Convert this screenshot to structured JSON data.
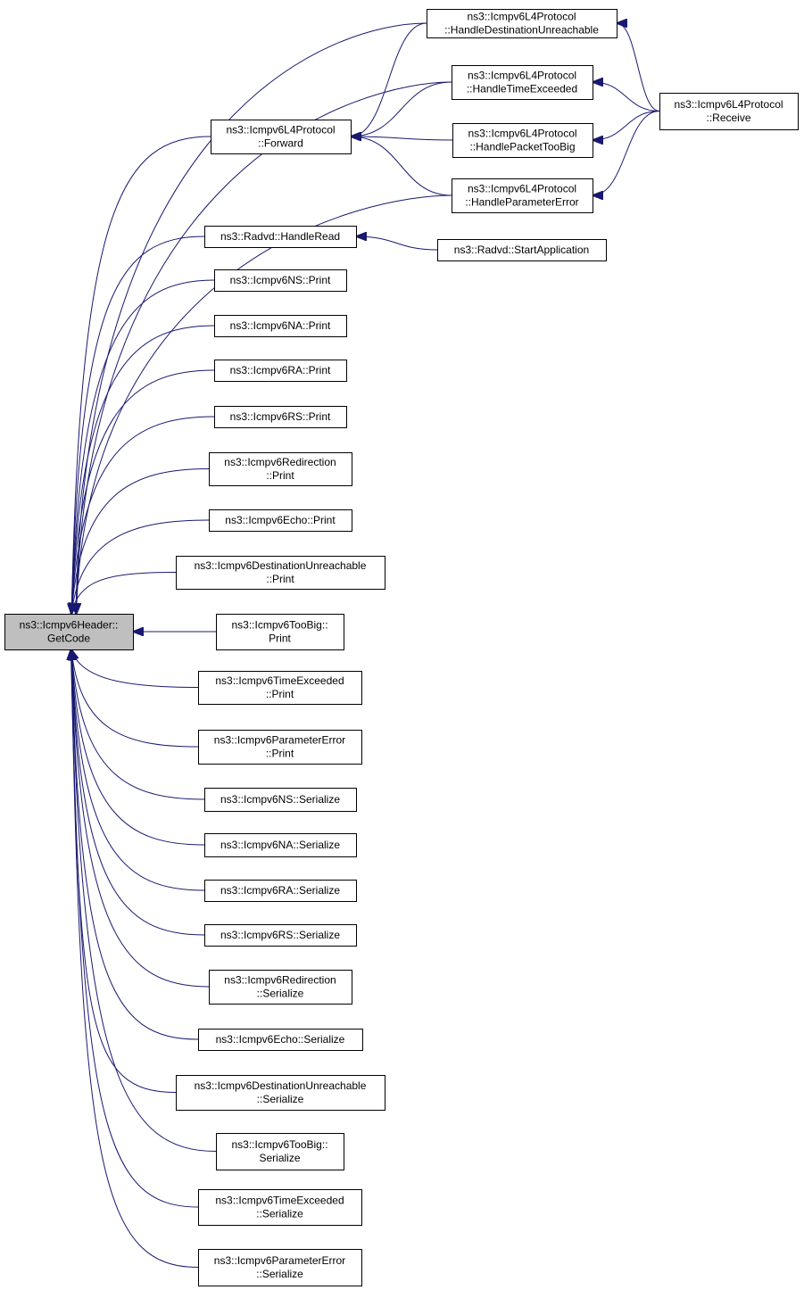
{
  "colors": {
    "edge": "#191970",
    "root_fill": "#bfbfbf",
    "node_fill": "#ffffff",
    "node_border": "#000000"
  },
  "nodes": [
    {
      "id": "root",
      "lines": [
        "ns3::Icmpv6Header::",
        "GetCode"
      ],
      "root": true
    },
    {
      "id": "hdu",
      "lines": [
        "ns3::Icmpv6L4Protocol",
        "::HandleDestinationUnreachable"
      ]
    },
    {
      "id": "hte",
      "lines": [
        "ns3::Icmpv6L4Protocol",
        "::HandleTimeExceeded"
      ]
    },
    {
      "id": "recv",
      "lines": [
        "ns3::Icmpv6L4Protocol",
        "::Receive"
      ]
    },
    {
      "id": "fwd",
      "lines": [
        "ns3::Icmpv6L4Protocol",
        "::Forward"
      ]
    },
    {
      "id": "hptb",
      "lines": [
        "ns3::Icmpv6L4Protocol",
        "::HandlePacketTooBig"
      ]
    },
    {
      "id": "hpe",
      "lines": [
        "ns3::Icmpv6L4Protocol",
        "::HandleParameterError"
      ]
    },
    {
      "id": "rhr",
      "lines": [
        "ns3::Radvd::HandleRead"
      ]
    },
    {
      "id": "rsa",
      "lines": [
        "ns3::Radvd::StartApplication"
      ]
    },
    {
      "id": "nsp",
      "lines": [
        "ns3::Icmpv6NS::Print"
      ]
    },
    {
      "id": "nap",
      "lines": [
        "ns3::Icmpv6NA::Print"
      ]
    },
    {
      "id": "rap",
      "lines": [
        "ns3::Icmpv6RA::Print"
      ]
    },
    {
      "id": "rsp",
      "lines": [
        "ns3::Icmpv6RS::Print"
      ]
    },
    {
      "id": "redp",
      "lines": [
        "ns3::Icmpv6Redirection",
        "::Print"
      ]
    },
    {
      "id": "echop",
      "lines": [
        "ns3::Icmpv6Echo::Print"
      ]
    },
    {
      "id": "dup",
      "lines": [
        "ns3::Icmpv6DestinationUnreachable",
        "::Print"
      ]
    },
    {
      "id": "tbp",
      "lines": [
        "ns3::Icmpv6TooBig::",
        "Print"
      ]
    },
    {
      "id": "tep",
      "lines": [
        "ns3::Icmpv6TimeExceeded",
        "::Print"
      ]
    },
    {
      "id": "pep",
      "lines": [
        "ns3::Icmpv6ParameterError",
        "::Print"
      ]
    },
    {
      "id": "nss",
      "lines": [
        "ns3::Icmpv6NS::Serialize"
      ]
    },
    {
      "id": "nas",
      "lines": [
        "ns3::Icmpv6NA::Serialize"
      ]
    },
    {
      "id": "ras",
      "lines": [
        "ns3::Icmpv6RA::Serialize"
      ]
    },
    {
      "id": "rss",
      "lines": [
        "ns3::Icmpv6RS::Serialize"
      ]
    },
    {
      "id": "reds",
      "lines": [
        "ns3::Icmpv6Redirection",
        "::Serialize"
      ]
    },
    {
      "id": "echos",
      "lines": [
        "ns3::Icmpv6Echo::Serialize"
      ]
    },
    {
      "id": "dus",
      "lines": [
        "ns3::Icmpv6DestinationUnreachable",
        "::Serialize"
      ]
    },
    {
      "id": "tbs",
      "lines": [
        "ns3::Icmpv6TooBig::",
        "Serialize"
      ]
    },
    {
      "id": "tes",
      "lines": [
        "ns3::Icmpv6TimeExceeded",
        "::Serialize"
      ]
    },
    {
      "id": "pes",
      "lines": [
        "ns3::Icmpv6ParameterError",
        "::Serialize"
      ]
    }
  ],
  "edges": [
    {
      "from": "hdu",
      "to": "root"
    },
    {
      "from": "hte",
      "to": "root"
    },
    {
      "from": "fwd",
      "to": "root"
    },
    {
      "from": "hpe",
      "to": "root"
    },
    {
      "from": "rhr",
      "to": "root"
    },
    {
      "from": "nsp",
      "to": "root"
    },
    {
      "from": "nap",
      "to": "root"
    },
    {
      "from": "rap",
      "to": "root"
    },
    {
      "from": "rsp",
      "to": "root"
    },
    {
      "from": "redp",
      "to": "root"
    },
    {
      "from": "echop",
      "to": "root"
    },
    {
      "from": "dup",
      "to": "root"
    },
    {
      "from": "tbp",
      "to": "root"
    },
    {
      "from": "tep",
      "to": "root"
    },
    {
      "from": "pep",
      "to": "root"
    },
    {
      "from": "nss",
      "to": "root"
    },
    {
      "from": "nas",
      "to": "root"
    },
    {
      "from": "ras",
      "to": "root"
    },
    {
      "from": "rss",
      "to": "root"
    },
    {
      "from": "reds",
      "to": "root"
    },
    {
      "from": "echos",
      "to": "root"
    },
    {
      "from": "dus",
      "to": "root"
    },
    {
      "from": "tbs",
      "to": "root"
    },
    {
      "from": "tes",
      "to": "root"
    },
    {
      "from": "pes",
      "to": "root"
    },
    {
      "from": "hdu",
      "to": "fwd"
    },
    {
      "from": "hte",
      "to": "fwd"
    },
    {
      "from": "hptb",
      "to": "fwd"
    },
    {
      "from": "hpe",
      "to": "fwd"
    },
    {
      "from": "recv",
      "to": "hdu"
    },
    {
      "from": "recv",
      "to": "hte"
    },
    {
      "from": "recv",
      "to": "hptb"
    },
    {
      "from": "recv",
      "to": "hpe"
    },
    {
      "from": "rsa",
      "to": "rhr"
    }
  ]
}
